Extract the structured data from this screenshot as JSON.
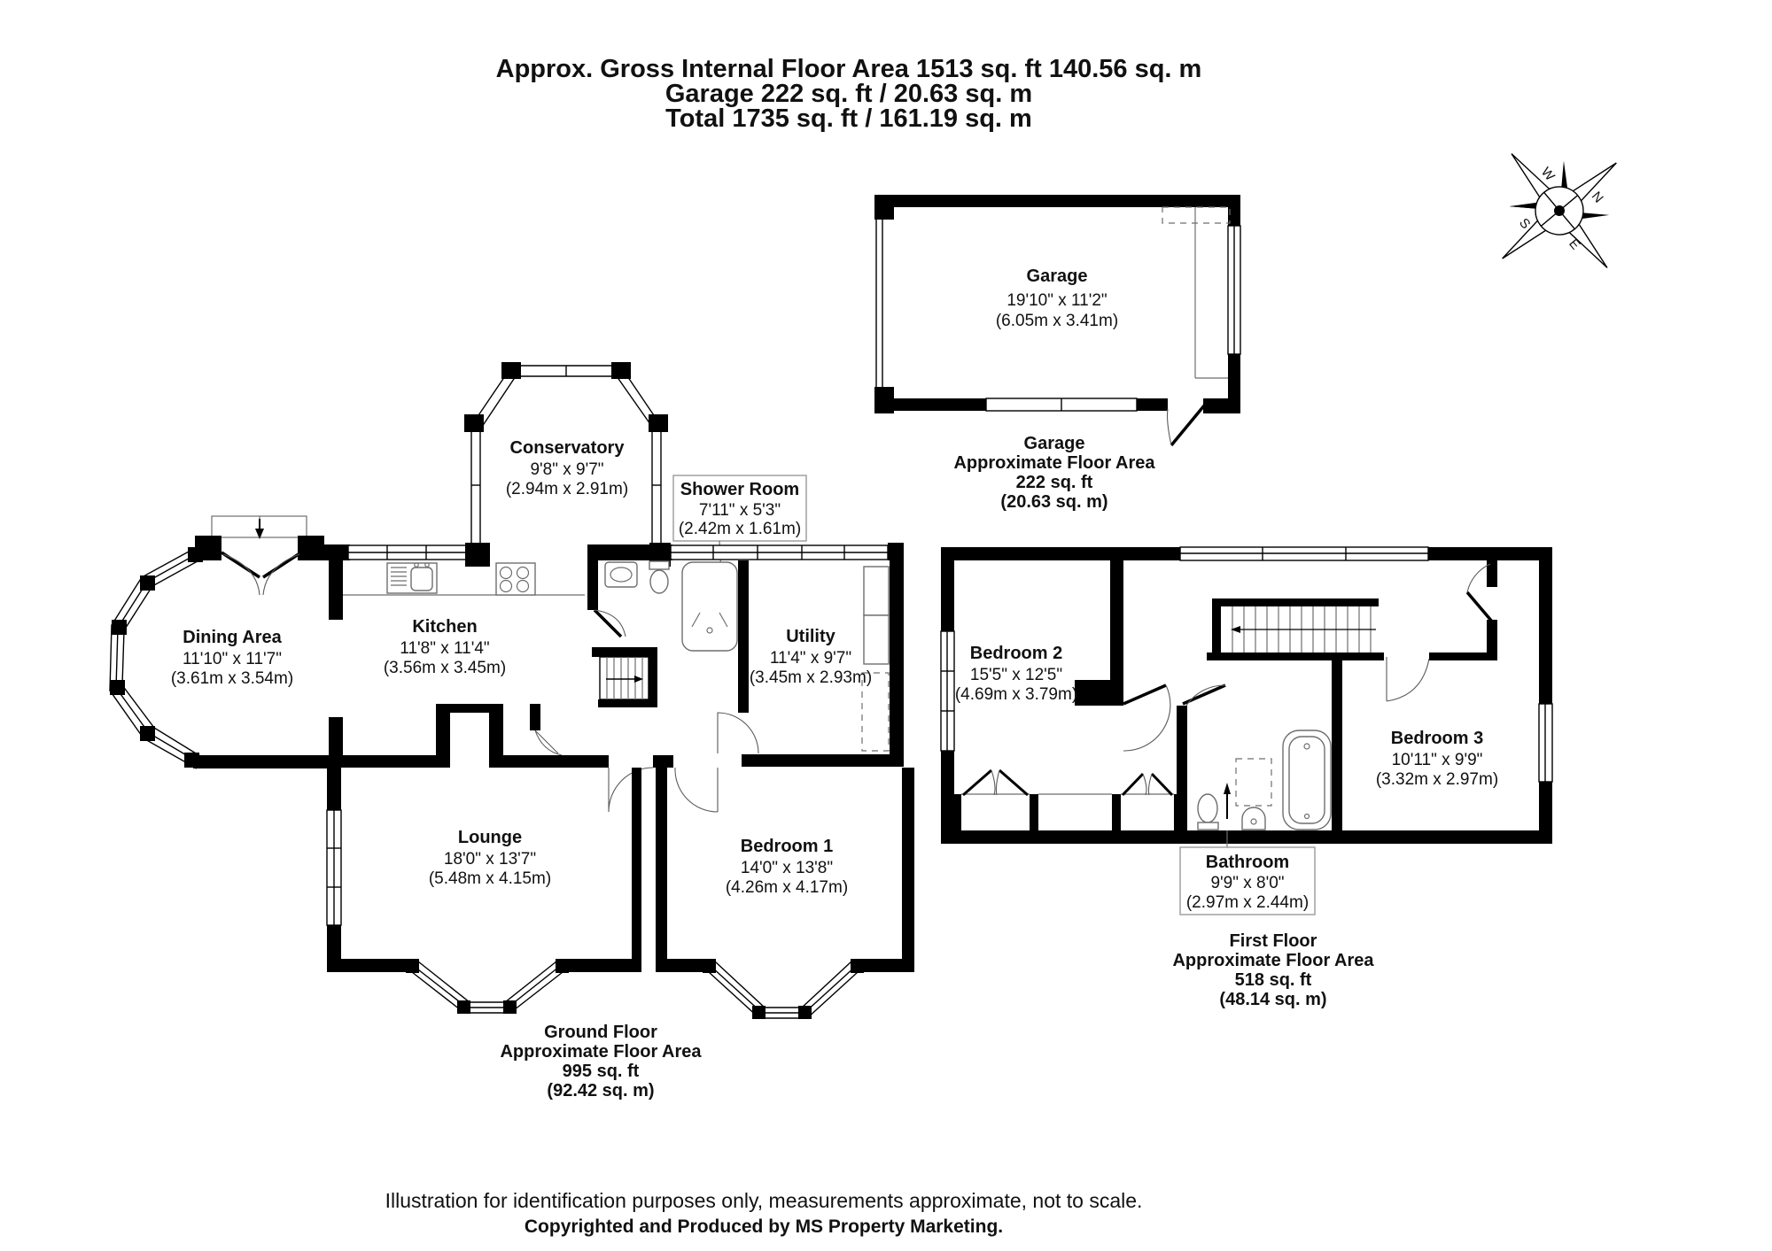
{
  "title": {
    "line1": "Approx. Gross Internal Floor Area 1513 sq. ft 140.56 sq. m",
    "line2": "Garage 222 sq. ft / 20.63 sq. m",
    "line3": "Total 1735 sq. ft / 161.19 sq. m"
  },
  "compass": {
    "north": "N",
    "east": "E",
    "south": "S",
    "west": "W"
  },
  "rooms": {
    "garage": {
      "name": "Garage",
      "imperial": "19'10\" x 11'2\"",
      "metric": "(6.05m x 3.41m)"
    },
    "conservatory": {
      "name": "Conservatory",
      "imperial": "9'8\" x 9'7\"",
      "metric": "(2.94m x 2.91m)"
    },
    "shower_room": {
      "name": "Shower Room",
      "imperial": "7'11\" x 5'3\"",
      "metric": "(2.42m x 1.61m)"
    },
    "dining_area": {
      "name": "Dining Area",
      "imperial": "11'10\" x 11'7\"",
      "metric": "(3.61m x 3.54m)"
    },
    "kitchen": {
      "name": "Kitchen",
      "imperial": "11'8\" x 11'4\"",
      "metric": "(3.56m x 3.45m)"
    },
    "utility": {
      "name": "Utility",
      "imperial": "11'4\" x 9'7\"",
      "metric": "(3.45m x 2.93m)"
    },
    "lounge": {
      "name": "Lounge",
      "imperial": "18'0\" x 13'7\"",
      "metric": "(5.48m x 4.15m)"
    },
    "bedroom1": {
      "name": "Bedroom 1",
      "imperial": "14'0\" x 13'8\"",
      "metric": "(4.26m x 4.17m)"
    },
    "bedroom2": {
      "name": "Bedroom 2",
      "imperial": "15'5\" x 12'5\"",
      "metric": "(4.69m x 3.79m)"
    },
    "bedroom3": {
      "name": "Bedroom 3",
      "imperial": "10'11\" x 9'9\"",
      "metric": "(3.32m x 2.97m)"
    },
    "bathroom": {
      "name": "Bathroom",
      "imperial": "9'9\" x 8'0\"",
      "metric": "(2.97m x 2.44m)"
    }
  },
  "areas": {
    "garage": {
      "line1": "Garage",
      "line2": "Approximate Floor Area",
      "line3": "222 sq. ft",
      "line4": "(20.63 sq. m)"
    },
    "ground_floor": {
      "line1": "Ground Floor",
      "line2": "Approximate Floor Area",
      "line3": "995 sq. ft",
      "line4": "(92.42 sq. m)"
    },
    "first_floor": {
      "line1": "First Floor",
      "line2": "Approximate Floor Area",
      "line3": "518 sq. ft",
      "line4": "(48.14 sq. m)"
    }
  },
  "footer": {
    "line1": "Illustration for identification purposes only, measurements approximate, not to scale.",
    "line2": "Copyrighted  and Produced by MS Property Marketing."
  }
}
